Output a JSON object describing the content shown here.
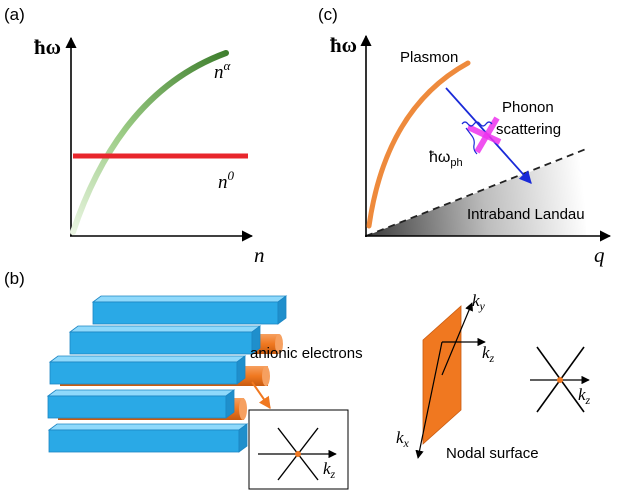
{
  "panel_a": {
    "label": "(a)",
    "y_axis": "ħω",
    "x_axis": "n",
    "curve_alpha_base": "n",
    "curve_alpha_sup": "α",
    "curve_zero_base": "n",
    "curve_zero_sup": "0",
    "colors": {
      "alpha_curve": "#4e8a3a",
      "zero_line": "#e8262c"
    }
  },
  "panel_c": {
    "label": "(c)",
    "y_axis": "ħω",
    "x_axis": "q",
    "plasmon_label": "Plasmon",
    "phonon_line1": "Phonon",
    "phonon_line2": "scattering",
    "phonon_energy_base": "ħω",
    "phonon_energy_sub": "ph",
    "intraband_label": "Intraband Landau",
    "colors": {
      "plasmon": "#ee8a3c",
      "arrow": "#1a2ad8",
      "phonon": "#ee33ee"
    }
  },
  "panel_b": {
    "label": "(b)",
    "electrons_label": "anionic electrons",
    "inset_axis_base": "k",
    "inset_axis_sub": "z",
    "nodal": {
      "ky_base": "k",
      "ky_sub": "y",
      "kz_base": "k",
      "kz_sub": "z",
      "kx_base": "k",
      "kx_sub": "x",
      "surface_label": "Nodal surface",
      "cross_axis_base": "k",
      "cross_axis_sub": "z"
    },
    "colors": {
      "slab": "#2aa9e6",
      "cylinder": "#f07820",
      "surface": "#f07820",
      "node": "#f07820"
    }
  }
}
